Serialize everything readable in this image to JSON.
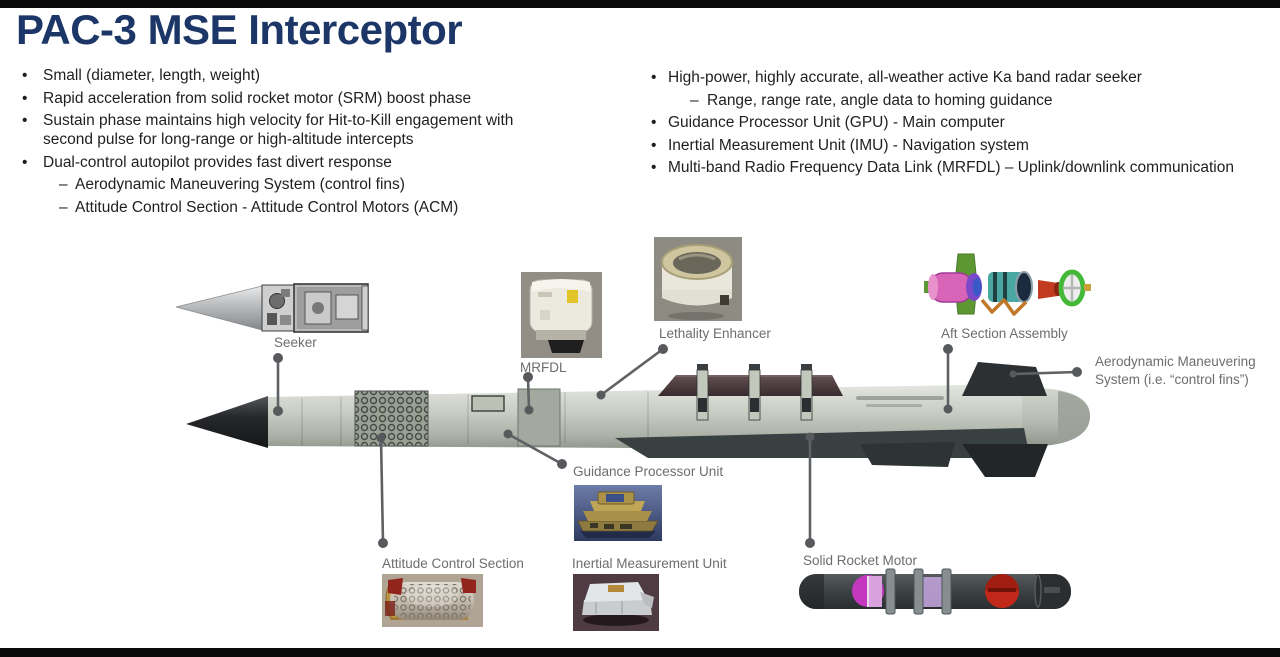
{
  "slide": {
    "title": "PAC-3 MSE Interceptor"
  },
  "bullets": {
    "left": [
      "Small (diameter, length, weight)",
      "Rapid acceleration from solid rocket motor (SRM) boost phase",
      "Sustain phase maintains high velocity for Hit-to-Kill engagement with second pulse for long-range or high-altitude intercepts",
      "Dual-control autopilot provides fast divert response"
    ],
    "left_sub": [
      "Aerodynamic Maneuvering System (control fins)",
      "Attitude Control Section - Attitude Control Motors (ACM)"
    ],
    "right": [
      "High-power, highly accurate, all-weather active Ka band radar seeker",
      "Guidance Processor Unit (GPU) - Main computer",
      "Inertial Measurement Unit (IMU) - Navigation system",
      "Multi-band Radio Frequency Data Link (MRFDL) – Uplink/downlink communication"
    ],
    "right_sub": [
      "Range, range rate, angle data to homing guidance"
    ],
    "bullet_marker": "•",
    "sub_marker": "–"
  },
  "diagram": {
    "labels": {
      "seeker": "Seeker",
      "mrfdl": "MRFDL",
      "lethality_enhancer": "Lethality Enhancer",
      "aft_section_assembly": "Aft Section Assembly",
      "ams_line1": "Aerodynamic Maneuvering",
      "ams_line2": "System (i.e. “control fins”)",
      "guidance_processor_unit": "Guidance Processor Unit",
      "attitude_control_section": "Attitude Control Section",
      "inertial_measurement_unit": "Inertial Measurement Unit",
      "solid_rocket_motor": "Solid Rocket Motor"
    }
  },
  "colors": {
    "title_navy": "#1c3767",
    "body_text": "#1f1f1f",
    "label_gray": "#6d6d6d",
    "pointer_gray": "#5f6265",
    "missile_body_light": "#d9dcd4",
    "missile_body_dark": "#9aa096",
    "nose_black": "#1a1c1e",
    "raceway_maroon": "#4a3a3b",
    "srm_magenta": "#c438c0",
    "srm_red": "#c2281a",
    "aft_green": "#5d9733",
    "aft_pink": "#d864b8",
    "aft_teal": "#49a9a2",
    "gpu_photo_blue": "#4a5a8e",
    "gpu_gold": "#a8904a"
  }
}
